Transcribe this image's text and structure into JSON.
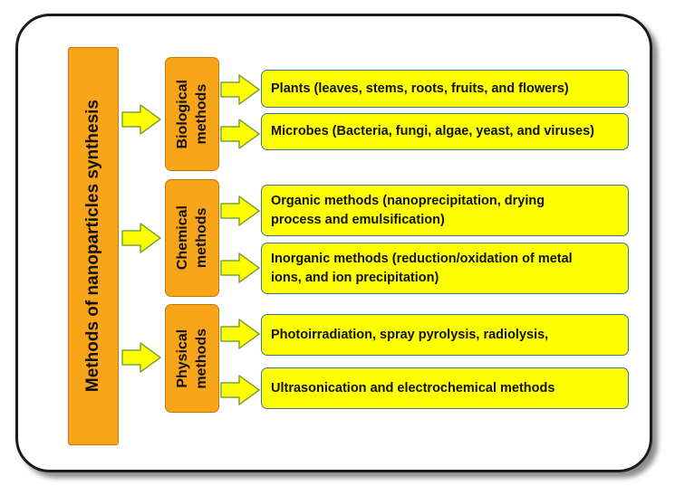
{
  "diagram": {
    "root": {
      "label": "Methods of nanoparticles synthesis"
    },
    "categories": [
      {
        "label_line1": "Biological",
        "label_line2": "methods",
        "items": [
          {
            "line1": "Plants (leaves, stems, roots, fruits, and flowers)",
            "line2": ""
          },
          {
            "line1": "Microbes (Bacteria, fungi, algae, yeast, and viruses)",
            "line2": ""
          }
        ]
      },
      {
        "label_line1": "Chemical",
        "label_line2": "methods",
        "items": [
          {
            "line1": "Organic methods (nanoprecipitation, drying",
            "line2": "process and emulsification)"
          },
          {
            "line1": "Inorganic methods (reduction/oxidation of metal",
            "line2": "ions, and ion precipitation)"
          }
        ]
      },
      {
        "label_line1": "Physical",
        "label_line2": "methods",
        "items": [
          {
            "line1": "Photoirradiation, spray pyrolysis, radiolysis,",
            "line2": ""
          },
          {
            "line1": "Ultrasonication and electrochemical methods",
            "line2": ""
          }
        ]
      }
    ],
    "colors": {
      "root_fill": "#f9a51a",
      "category_fill": "#f9a51a",
      "item_fill": "#ffff00",
      "item_border": "#3d6fa8",
      "arrow_fill": "#ffff00",
      "arrow_stroke": "#7aa33a"
    }
  }
}
